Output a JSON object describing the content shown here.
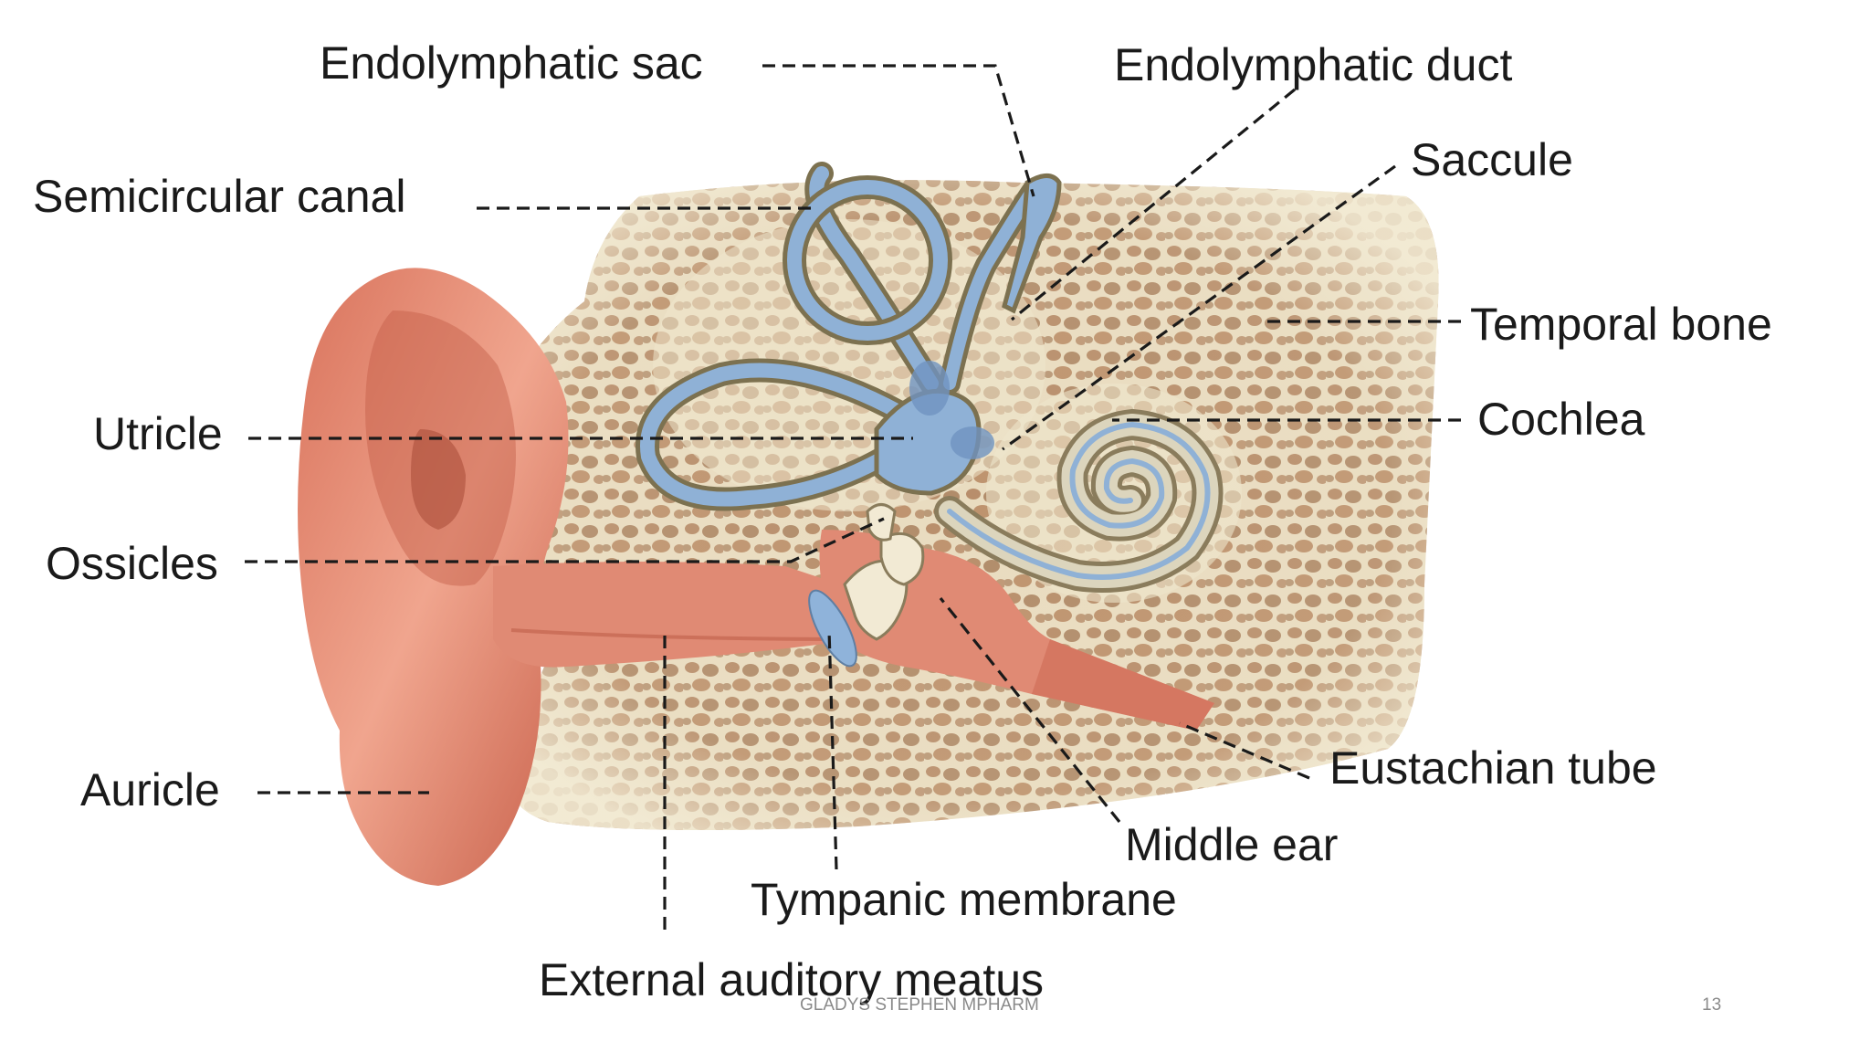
{
  "labels": {
    "endolymphatic_sac": "Endolymphatic sac",
    "endolymphatic_duct": "Endolymphatic duct",
    "semicircular_canal": "Semicircular canal",
    "saccule": "Saccule",
    "temporal_bone": "Temporal bone",
    "utricle": "Utricle",
    "cochlea": "Cochlea",
    "ossicles": "Ossicles",
    "auricle": "Auricle",
    "eustachian_tube": "Eustachian tube",
    "middle_ear": "Middle ear",
    "tympanic_membrane": "Tympanic membrane",
    "external_auditory_meatus": "External auditory meatus"
  },
  "footer": {
    "author": "GLADYS STEPHEN MPHARM",
    "page_number": "13"
  },
  "colors": {
    "bone": "#efe6cc",
    "bone_pore": "#a8744e",
    "skin": "#e9967f",
    "skin_dark": "#b8553f",
    "labyrinth_fill": "#8fb1d6",
    "labyrinth_edge": "#7c7150",
    "membrane": "#8fb3da"
  }
}
